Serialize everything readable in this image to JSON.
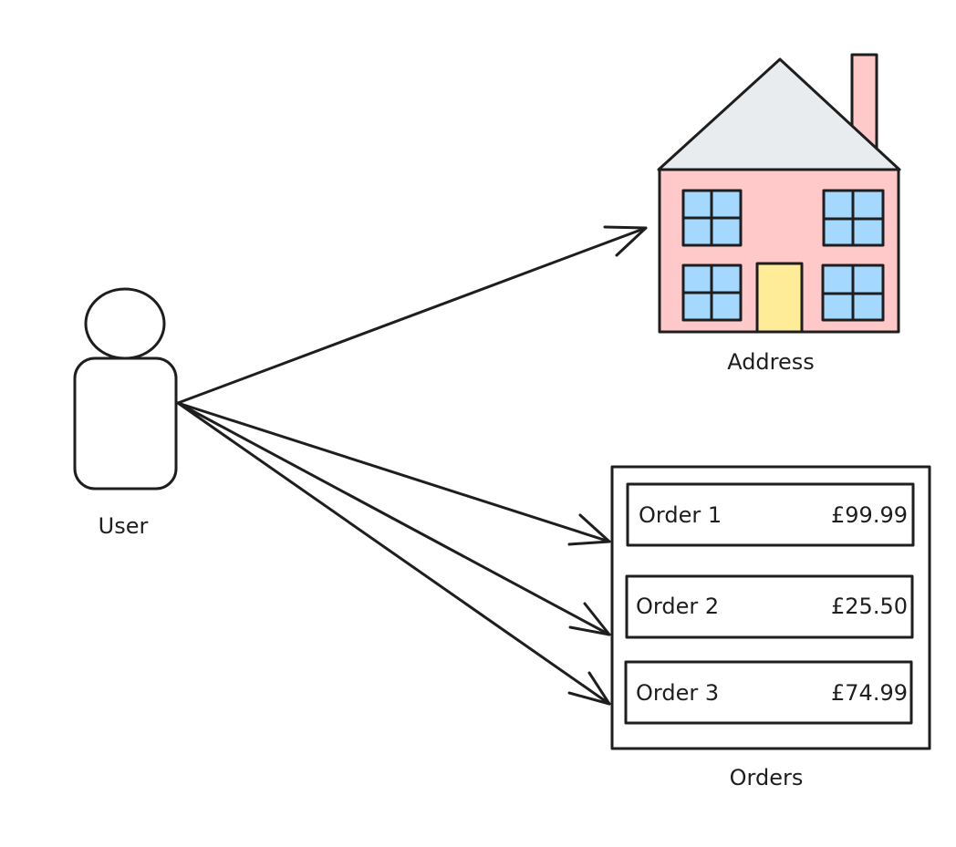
{
  "diagram": {
    "user": {
      "label": "User"
    },
    "address": {
      "label": "Address"
    },
    "orders": {
      "label": "Orders",
      "items": [
        {
          "name": "Order 1",
          "price": "£99.99"
        },
        {
          "name": "Order 2",
          "price": "£25.50"
        },
        {
          "name": "Order 3",
          "price": "£74.99"
        }
      ]
    }
  },
  "colors": {
    "ink": "#1e1e1e",
    "house_wall": "#ffc9c9",
    "house_roof": "#e9ecef",
    "house_window": "#a5d8ff",
    "house_door": "#ffec99",
    "background": "#ffffff"
  },
  "icons": [
    "person-icon",
    "house-icon",
    "arrow-icon"
  ]
}
